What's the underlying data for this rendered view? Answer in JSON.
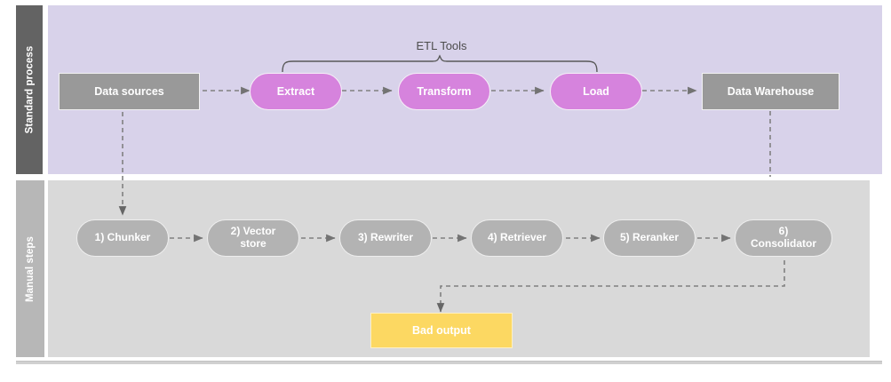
{
  "diagram": {
    "title": "ETL standard process vs manual RAG steps",
    "colors": {
      "lane_top_background": "#d8d2ea",
      "lane_top_header": "#636363",
      "lane_bottom_background": "#d9d9d9",
      "lane_bottom_header": "#b7b7b7",
      "node_gray": "#999999",
      "node_pink": "#d683dd",
      "node_pill_gray": "#b3b3b3",
      "node_yellow": "#fcd862",
      "connector": "#808080",
      "bracket": "#595959",
      "label_text": "#4d4d4d",
      "node_text": "#ffffff"
    }
  },
  "lanes": [
    {
      "id": "standard",
      "label": "Standard process"
    },
    {
      "id": "manual",
      "label": "Manual steps"
    }
  ],
  "annotations": {
    "etl_bracket_label": "ETL Tools"
  },
  "standard_process": {
    "nodes": [
      {
        "id": "data-sources",
        "label": "Data sources",
        "shape": "rect",
        "color": "#999999"
      },
      {
        "id": "extract",
        "label": "Extract",
        "shape": "pill",
        "color": "#d683dd"
      },
      {
        "id": "transform",
        "label": "Transform",
        "shape": "pill",
        "color": "#d683dd"
      },
      {
        "id": "load",
        "label": "Load",
        "shape": "pill",
        "color": "#d683dd"
      },
      {
        "id": "data-warehouse",
        "label": "Data Warehouse",
        "shape": "rect",
        "color": "#999999"
      }
    ]
  },
  "manual_steps": {
    "nodes": [
      {
        "id": "chunker",
        "step": 1,
        "label": "1) Chunker"
      },
      {
        "id": "vector-store",
        "step": 2,
        "label": "2) Vector\nstore",
        "line1": "2) Vector",
        "line2": "store"
      },
      {
        "id": "rewriter",
        "step": 3,
        "label": "3) Rewriter"
      },
      {
        "id": "retriever",
        "step": 4,
        "label": "4) Retriever"
      },
      {
        "id": "reranker",
        "step": 5,
        "label": "5) Reranker"
      },
      {
        "id": "consolidator",
        "step": 6,
        "label": "6)\nConsolidator",
        "line1": "6)",
        "line2": "Consolidator"
      }
    ],
    "output": {
      "id": "bad-output",
      "label": "Bad output",
      "color": "#fcd862"
    }
  },
  "edges": [
    {
      "from": "data-sources",
      "to": "extract",
      "style": "dashed"
    },
    {
      "from": "extract",
      "to": "transform",
      "style": "dashed"
    },
    {
      "from": "transform",
      "to": "load",
      "style": "dashed"
    },
    {
      "from": "load",
      "to": "data-warehouse",
      "style": "dashed"
    },
    {
      "from": "data-warehouse",
      "to": "consolidator",
      "style": "dashed"
    },
    {
      "from": "data-sources",
      "to": "chunker",
      "style": "dashed"
    },
    {
      "from": "chunker",
      "to": "vector-store",
      "style": "dashed"
    },
    {
      "from": "vector-store",
      "to": "rewriter",
      "style": "dashed"
    },
    {
      "from": "rewriter",
      "to": "retriever",
      "style": "dashed"
    },
    {
      "from": "retriever",
      "to": "reranker",
      "style": "dashed"
    },
    {
      "from": "reranker",
      "to": "consolidator",
      "style": "dashed"
    },
    {
      "from": "consolidator",
      "to": "bad-output",
      "style": "dashed"
    }
  ]
}
